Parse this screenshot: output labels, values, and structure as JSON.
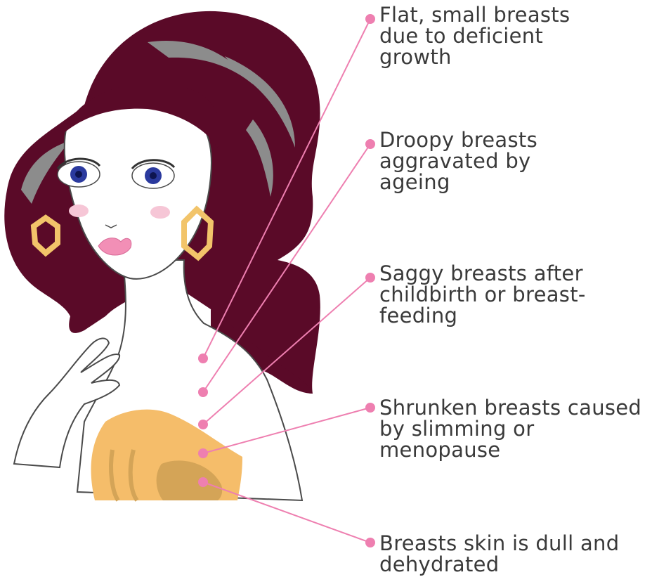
{
  "colors": {
    "hair": "#5a0a28",
    "hair_highlight": "#8c8c8c",
    "skin": "#ffffff",
    "outline": "#4a4a4a",
    "earring": "#f2c46a",
    "dress": "#f5bd6a",
    "dress_shadow": "#d4a457",
    "eye": "#2b3a9e",
    "lips": "#f28fb6",
    "blush": "#f6c6d6",
    "leader_line": "#ee7fb0",
    "leader_dot": "#ee7fb0",
    "label_text": "#3a3a3a"
  },
  "callouts": [
    {
      "text": "Flat, small breasts\ndue to deficient\ngrowth"
    },
    {
      "text": "Droopy breasts\naggravated by\nageing"
    },
    {
      "text": "Saggy breasts after\nchildbirth or breast-\nfeeding"
    },
    {
      "text": "Shrunken breasts caused\nby slimming or\nmenopause"
    },
    {
      "text": "Breasts skin is dull and\ndehydrated"
    }
  ]
}
